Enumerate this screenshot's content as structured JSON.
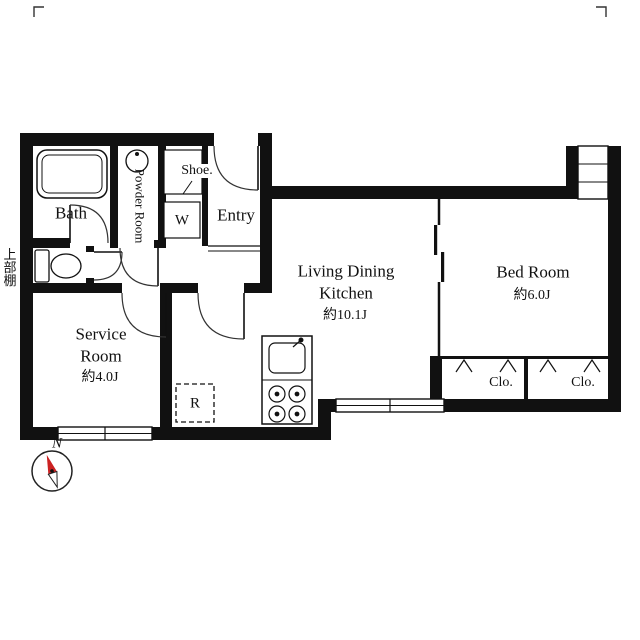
{
  "rooms": {
    "bath": {
      "label": "Bath"
    },
    "powder": {
      "label": "Powder Room"
    },
    "shoe": {
      "label": "Shoe."
    },
    "entry": {
      "label": "Entry"
    },
    "washer": {
      "label": "W"
    },
    "shelf_note": {
      "label": "上部棚"
    },
    "service": {
      "name_line1": "Service",
      "name_line2": "Room",
      "size": "約4.0J"
    },
    "ldk": {
      "name_line1": "Living Dining",
      "name_line2": "Kitchen",
      "size": "約10.1J"
    },
    "bedroom": {
      "name": "Bed Room",
      "size": "約6.0J"
    },
    "closet_left": {
      "label": "Clo."
    },
    "closet_right": {
      "label": "Clo."
    },
    "fridge": {
      "label": "R"
    }
  },
  "compass": {
    "north_label": "N"
  },
  "colors": {
    "wall": "#111111",
    "needle_red": "#cc2222",
    "background": "#ffffff"
  }
}
